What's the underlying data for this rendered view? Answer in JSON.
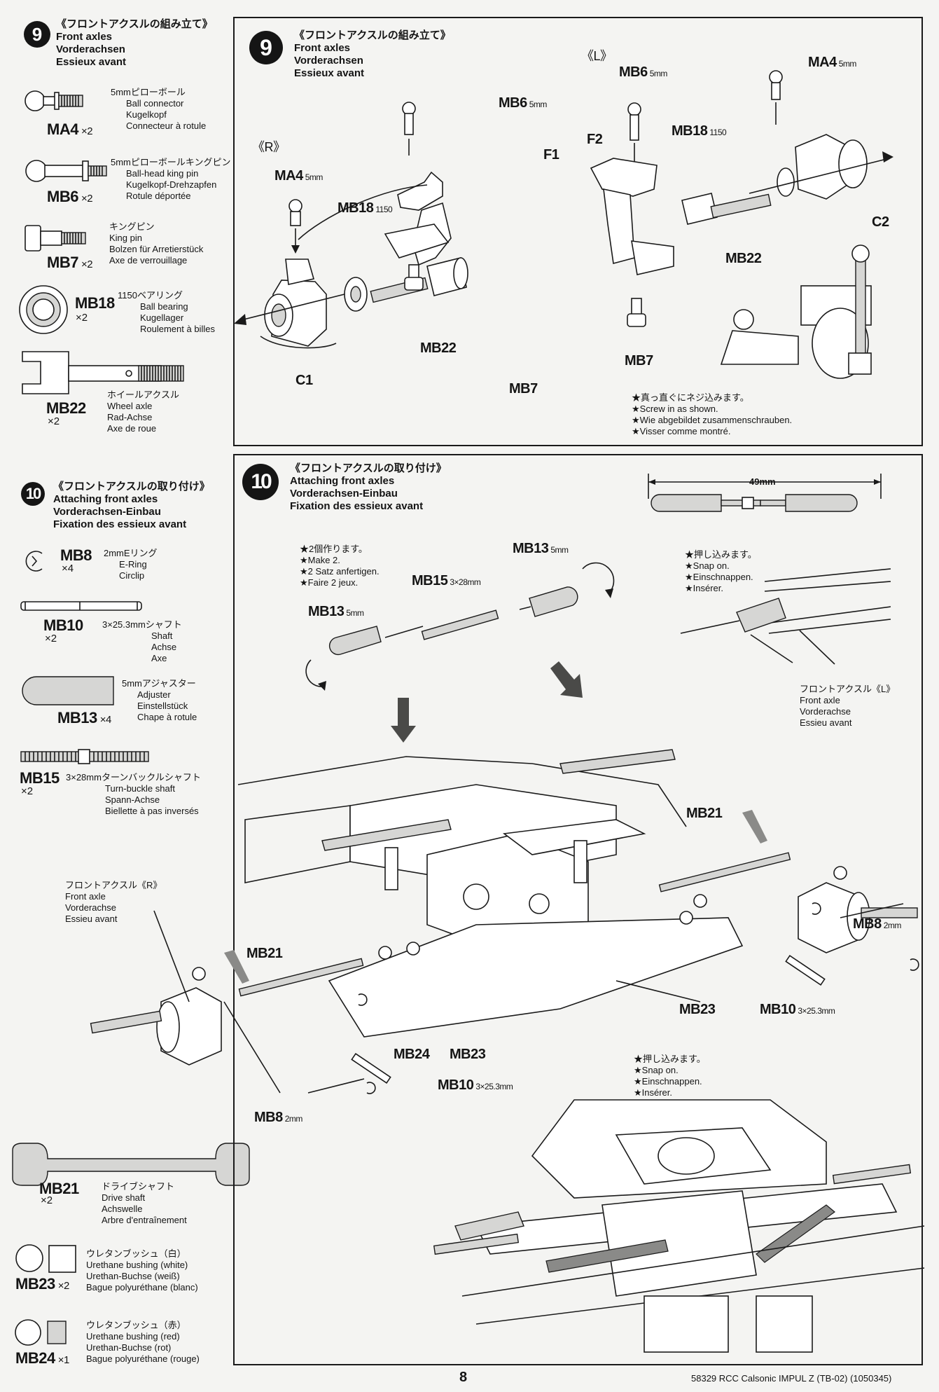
{
  "step9": {
    "number": "9",
    "title_jp": "《フロントアクスルの組み立て》",
    "title_en": "Front axles",
    "title_de": "Vorderachsen",
    "title_fr": "Essieux avant",
    "side_r": "《R》",
    "side_l": "《L》",
    "labels": {
      "ma4_r": "MA4",
      "ma4_r_size": "5mm",
      "mb18_r": "MB18",
      "mb18_r_size": "1150",
      "mb6_r": "MB6",
      "mb6_r_size": "5mm",
      "f1": "F1",
      "mb22_r": "MB22",
      "c1": "C1",
      "mb7_r": "MB7",
      "mb6_l": "MB6",
      "mb6_l_size": "5mm",
      "ma4_l": "MA4",
      "ma4_l_size": "5mm",
      "f2": "F2",
      "mb18_l": "MB18",
      "mb18_l_size": "1150",
      "c2": "C2",
      "mb22_l": "MB22",
      "mb7_l": "MB7"
    },
    "note": [
      "★真っ直ぐにネジ込みます。",
      "★Screw in as shown.",
      "★Wie abgebildet zusammenschrauben.",
      "★Visser comme montré."
    ]
  },
  "parts9": [
    {
      "code": "MA4",
      "qty": "×2",
      "jp": "5mmピローボール",
      "en": "Ball connector",
      "de": "Kugelkopf",
      "fr": "Connecteur à rotule"
    },
    {
      "code": "MB6",
      "qty": "×2",
      "jp": "5mmピローボールキングピン",
      "en": "Ball-head king pin",
      "de": "Kugelkopf-Drehzapfen",
      "fr": "Rotule déportée"
    },
    {
      "code": "MB7",
      "qty": "×2",
      "jp": "キングピン",
      "en": "King pin",
      "de": "Bolzen für Arretierstück",
      "fr": "Axe de verrouillage"
    },
    {
      "code": "MB18",
      "qty": "×2",
      "jp": "1150ベアリング",
      "en": "Ball bearing",
      "de": "Kugellager",
      "fr": "Roulement à billes"
    },
    {
      "code": "MB22",
      "qty": "×2",
      "jp": "ホイールアクスル",
      "en": "Wheel axle",
      "de": "Rad-Achse",
      "fr": "Axe de roue"
    }
  ],
  "step10": {
    "number": "10",
    "title_jp": "《フロントアクスルの取り付け》",
    "title_en": "Attaching front axles",
    "title_de": "Vorderachsen-Einbau",
    "title_fr": "Fixation des essieux avant",
    "dimension": "49mm",
    "make2": [
      "★2個作ります。",
      "★Make 2.",
      "★2 Satz anfertigen.",
      "★Faire 2 jeux."
    ],
    "snap1": [
      "★押し込みます。",
      "★Snap on.",
      "★Einschnappen.",
      "★Insérer."
    ],
    "snap2": [
      "★押し込みます。",
      "★Snap on.",
      "★Einschnappen.",
      "★Insérer."
    ],
    "axle_l": [
      "フロントアクスル《L》",
      "Front axle",
      "Vorderachse",
      "Essieu avant"
    ],
    "axle_r": [
      "フロントアクスル《R》",
      "Front axle",
      "Vorderachse",
      "Essieu avant"
    ],
    "labels": {
      "mb13_top": "MB13",
      "mb13_top_size": "5mm",
      "mb15": "MB15",
      "mb15_size": "3×28mm",
      "mb13_left": "MB13",
      "mb13_left_size": "5mm",
      "mb21_r": "MB21",
      "mb21_l": "MB21",
      "mb8_r": "MB8",
      "mb8_r_size": "2mm",
      "mb8_l": "MB8",
      "mb8_l_size": "2mm",
      "mb24": "MB24",
      "mb23_c": "MB23",
      "mb23_r": "MB23",
      "mb10_c": "MB10",
      "mb10_c_size": "3×25.3mm",
      "mb10_r": "MB10",
      "mb10_r_size": "3×25.3mm"
    }
  },
  "parts10": [
    {
      "code": "MB8",
      "qty": "×4",
      "jp": "2mmEリング",
      "en": "E-Ring",
      "de": "Circlip"
    },
    {
      "code": "MB10",
      "qty": "×2",
      "jp": "3×25.3mmシャフト",
      "en": "Shaft",
      "de": "Achse",
      "fr": "Axe"
    },
    {
      "code": "MB13",
      "qty": "×4",
      "jp": "5mmアジャスター",
      "en": "Adjuster",
      "de": "Einstellstück",
      "fr": "Chape à rotule"
    },
    {
      "code": "MB15",
      "qty": "×2",
      "jp": "3×28mmターンバックルシャフト",
      "en": "Turn-buckle shaft",
      "de": "Spann-Achse",
      "fr": "Biellette à pas inversés"
    },
    {
      "code": "MB21",
      "qty": "×2",
      "jp": "ドライブシャフト",
      "en": "Drive shaft",
      "de": "Achswelle",
      "fr": "Arbre d'entraînement"
    },
    {
      "code": "MB23",
      "qty": "×2",
      "jp": "ウレタンブッシュ（白）",
      "en": "Urethane bushing (white)",
      "de": "Urethan-Buchse (weiß)",
      "fr": "Bague polyuréthane (blanc)"
    },
    {
      "code": "MB24",
      "qty": "×1",
      "jp": "ウレタンブッシュ（赤）",
      "en": "Urethane bushing (red)",
      "de": "Urethan-Buchse (rot)",
      "fr": "Bague polyuréthane (rouge)"
    }
  ],
  "footer": {
    "page": "8",
    "model": "58329  RCC Calsonic IMPUL Z (TB-02) (1050345)"
  }
}
